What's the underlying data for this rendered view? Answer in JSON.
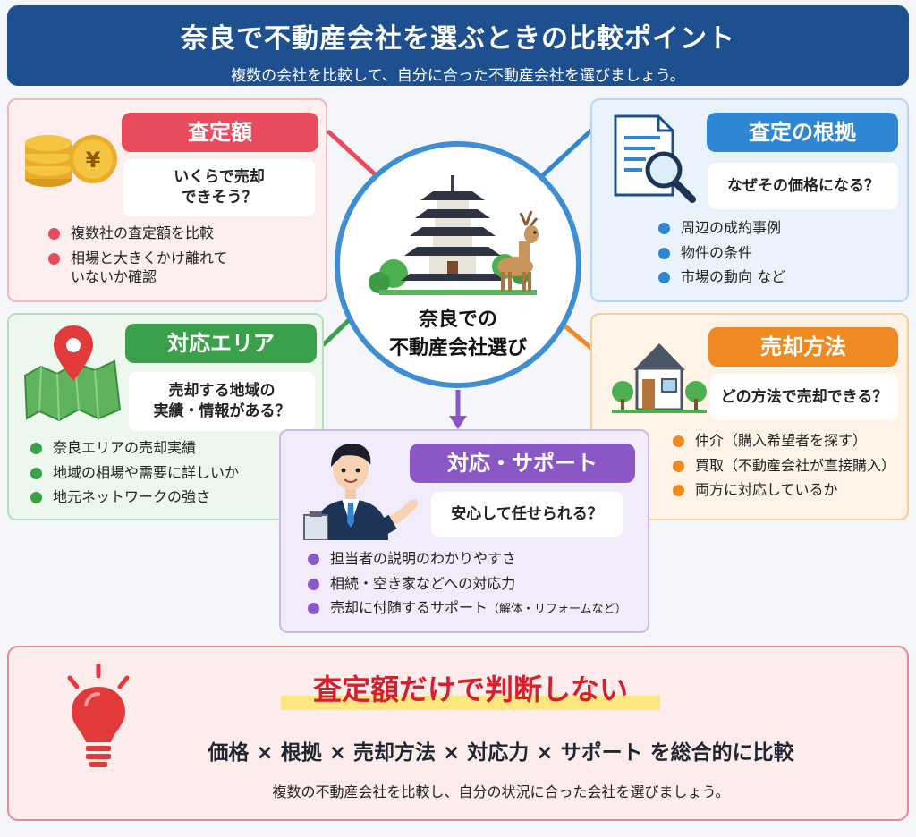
{
  "header": {
    "title": "奈良で不動産会社を選ぶときの比較ポイント",
    "subtitle": "複数の会社を比較して、自分に合った不動産会社を選びましょう。"
  },
  "center": {
    "lines": [
      "奈良での",
      "不動産会社選び"
    ]
  },
  "cards": {
    "satei": {
      "title": "査定額",
      "question": [
        "いくらで売却",
        "できそう？"
      ],
      "items": [
        "複数社の査定額を比較",
        "相場と大きくかけ離れて",
        "いないか確認"
      ],
      "color": "#e84c5c"
    },
    "konkyo": {
      "title": "査定の根拠",
      "question": "なぜその価格になる？",
      "items": [
        "周辺の成約事例",
        "物件の条件",
        "市場の動向 など"
      ],
      "color": "#2f86d2"
    },
    "area": {
      "title": "対応エリア",
      "question": [
        "売却する地域の",
        "実績・情報がある？"
      ],
      "items": [
        "奈良エリアの売却実績",
        "地域の相場や需要に詳しいか",
        "地元ネットワークの強さ"
      ],
      "color": "#3aa04a"
    },
    "hoho": {
      "title": "売却方法",
      "question": "どの方法で売却できる？",
      "items": [
        "仲介（購入希望者を探す）",
        "買取（不動産会社が直接購入）",
        "両方に対応しているか"
      ],
      "color": "#ef8a22"
    },
    "support": {
      "title": "対応・サポート",
      "question": "安心して任せられる？",
      "items": [
        "担当者の説明のわかりやすさ",
        "相続・空き家などへの対応力"
      ],
      "item3_main": "売却に付随するサポート",
      "item3_small": "（解体・リフォームなど）",
      "color": "#8a58c4"
    }
  },
  "bottom": {
    "headline": "査定額だけで判断しない",
    "formula": "価格 × 根拠 × 売却方法 × 対応力 × サポート を総合的に比較",
    "closing": "複数の不動産会社を比較し、自分の状況に合った会社を選びましょう。"
  },
  "icons": {
    "satei": "coins-yen-icon",
    "konkyo": "document-magnifier-icon",
    "area": "map-pin-icon",
    "hoho": "house-icon",
    "support": "businessman-icon",
    "center": "pagoda-deer-icon",
    "bottom": "lightbulb-icon"
  }
}
